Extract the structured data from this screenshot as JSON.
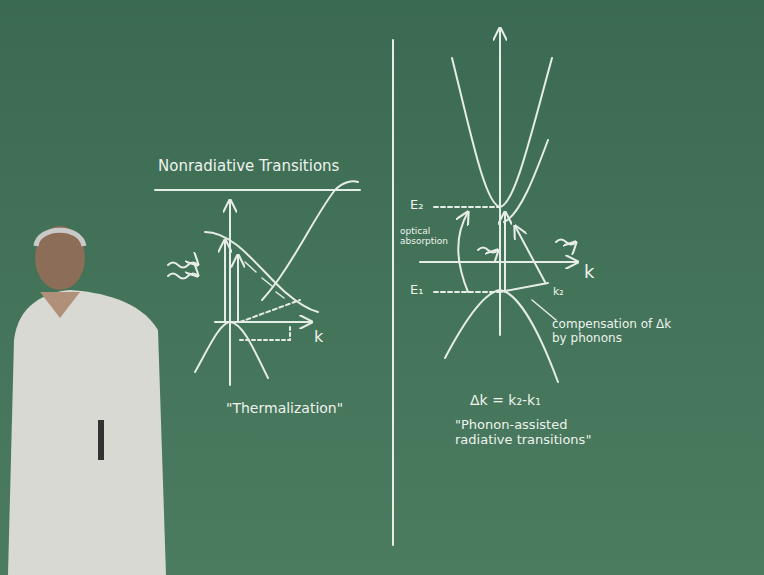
{
  "diagram": {
    "title": "Nonradiative Transitions",
    "labels": [
      "k",
      "\"Thermalization\"",
      "E₂",
      "E₁",
      "optical absorption",
      "k",
      "k₂",
      "compensation of Δk by phonons",
      "Δk = k₂-k₁",
      "\"Phonon-assisted radiative transitions\""
    ]
  }
}
